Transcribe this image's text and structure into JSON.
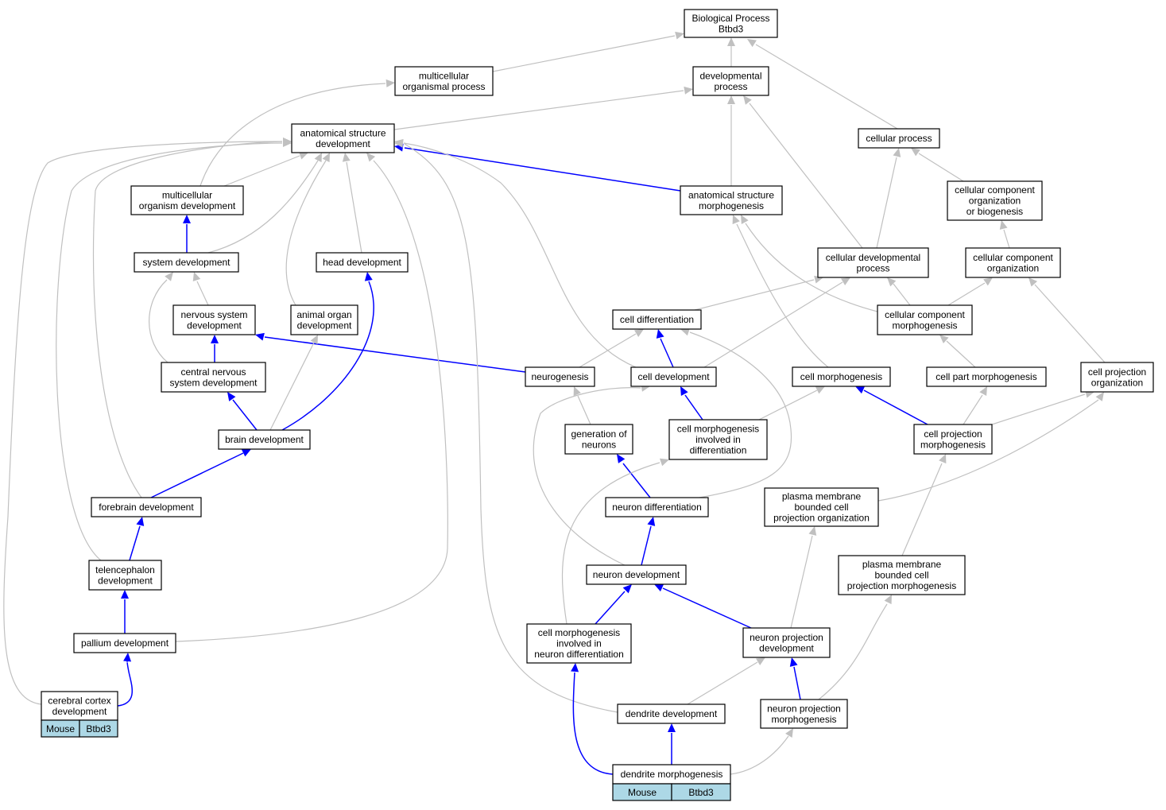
{
  "nodes": {
    "biological_process": [
      "Biological Process",
      "Btbd3"
    ],
    "multicellular_organismal_process": [
      "multicellular",
      "organismal process"
    ],
    "developmental_process": [
      "developmental",
      "process"
    ],
    "anatomical_structure_development": [
      "anatomical structure",
      "development"
    ],
    "cellular_process": [
      "cellular process"
    ],
    "multicellular_organism_development": [
      "multicellular",
      "organism development"
    ],
    "anatomical_structure_morphogenesis": [
      "anatomical structure",
      "morphogenesis"
    ],
    "cellular_component_organization_or_biogenesis": [
      "cellular component",
      "organization",
      "or biogenesis"
    ],
    "system_development": [
      "system development"
    ],
    "head_development": [
      "head development"
    ],
    "cellular_developmental_process": [
      "cellular developmental",
      "process"
    ],
    "cellular_component_organization": [
      "cellular component",
      "organization"
    ],
    "nervous_system_development": [
      "nervous system",
      "development"
    ],
    "animal_organ_development": [
      "animal organ",
      "development"
    ],
    "cell_differentiation": [
      "cell differentiation"
    ],
    "cellular_component_morphogenesis": [
      "cellular component",
      "morphogenesis"
    ],
    "central_nervous_system_development": [
      "central nervous",
      "system development"
    ],
    "neurogenesis": [
      "neurogenesis"
    ],
    "cell_development": [
      "cell development"
    ],
    "cell_morphogenesis": [
      "cell morphogenesis"
    ],
    "cell_part_morphogenesis": [
      "cell part morphogenesis"
    ],
    "cell_projection_organization": [
      "cell projection",
      "organization"
    ],
    "brain_development": [
      "brain development"
    ],
    "generation_of_neurons": [
      "generation of",
      "neurons"
    ],
    "cell_morphogenesis_involved_in_differentiation": [
      "cell morphogenesis",
      "involved in",
      "differentiation"
    ],
    "cell_projection_morphogenesis": [
      "cell projection",
      "morphogenesis"
    ],
    "forebrain_development": [
      "forebrain development"
    ],
    "neuron_differentiation": [
      "neuron differentiation"
    ],
    "plasma_membrane_bounded_cell_projection_organization": [
      "plasma membrane",
      "bounded cell",
      "projection organization"
    ],
    "telencephalon_development": [
      "telencephalon",
      "development"
    ],
    "neuron_development": [
      "neuron development"
    ],
    "plasma_membrane_bounded_cell_projection_morphogenesis": [
      "plasma membrane",
      "bounded cell",
      "projection morphogenesis"
    ],
    "pallium_development": [
      "pallium development"
    ],
    "cell_morphogenesis_involved_in_neuron_differentiation": [
      "cell morphogenesis",
      "involved in",
      "neuron differentiation"
    ],
    "neuron_projection_development": [
      "neuron projection",
      "development"
    ],
    "cerebral_cortex_development": [
      "cerebral cortex",
      "development"
    ],
    "dendrite_development": [
      "dendrite development"
    ],
    "neuron_projection_morphogenesis": [
      "neuron projection",
      "morphogenesis"
    ],
    "dendrite_morphogenesis": [
      "dendrite morphogenesis"
    ]
  },
  "annotations": {
    "cerebral_cortex_development": [
      "Mouse",
      "Btbd3"
    ],
    "dendrite_morphogenesis": [
      "Mouse",
      "Btbd3"
    ]
  },
  "edges": [
    {
      "from": "multicellular_organismal_process",
      "to": "biological_process",
      "relation": "is_a"
    },
    {
      "from": "developmental_process",
      "to": "biological_process",
      "relation": "is_a"
    },
    {
      "from": "cellular_process",
      "to": "biological_process",
      "relation": "is_a"
    },
    {
      "from": "anatomical_structure_development",
      "to": "developmental_process",
      "relation": "is_a"
    },
    {
      "from": "multicellular_organism_development",
      "to": "multicellular_organismal_process",
      "relation": "is_a"
    },
    {
      "from": "multicellular_organism_development",
      "to": "anatomical_structure_development",
      "relation": "is_a"
    },
    {
      "from": "anatomical_structure_morphogenesis",
      "to": "developmental_process",
      "relation": "is_a"
    },
    {
      "from": "anatomical_structure_morphogenesis",
      "to": "anatomical_structure_development",
      "relation": "part_of"
    },
    {
      "from": "cellular_component_organization_or_biogenesis",
      "to": "cellular_process",
      "relation": "is_a"
    },
    {
      "from": "system_development",
      "to": "multicellular_organism_development",
      "relation": "part_of"
    },
    {
      "from": "system_development",
      "to": "anatomical_structure_development",
      "relation": "is_a"
    },
    {
      "from": "head_development",
      "to": "anatomical_structure_development",
      "relation": "is_a"
    },
    {
      "from": "cellular_developmental_process",
      "to": "developmental_process",
      "relation": "is_a"
    },
    {
      "from": "cellular_developmental_process",
      "to": "cellular_process",
      "relation": "is_a"
    },
    {
      "from": "cellular_component_organization",
      "to": "cellular_component_organization_or_biogenesis",
      "relation": "is_a"
    },
    {
      "from": "nervous_system_development",
      "to": "system_development",
      "relation": "is_a"
    },
    {
      "from": "animal_organ_development",
      "to": "anatomical_structure_development",
      "relation": "is_a"
    },
    {
      "from": "cell_differentiation",
      "to": "cellular_developmental_process",
      "relation": "is_a"
    },
    {
      "from": "cellular_component_morphogenesis",
      "to": "cellular_developmental_process",
      "relation": "is_a"
    },
    {
      "from": "cellular_component_morphogenesis",
      "to": "anatomical_structure_morphogenesis",
      "relation": "is_a"
    },
    {
      "from": "cellular_component_morphogenesis",
      "to": "cellular_component_organization",
      "relation": "is_a"
    },
    {
      "from": "central_nervous_system_development",
      "to": "nervous_system_development",
      "relation": "part_of"
    },
    {
      "from": "central_nervous_system_development",
      "to": "system_development",
      "relation": "is_a"
    },
    {
      "from": "neurogenesis",
      "to": "nervous_system_development",
      "relation": "part_of"
    },
    {
      "from": "neurogenesis",
      "to": "cell_differentiation",
      "relation": "is_a"
    },
    {
      "from": "cell_development",
      "to": "cell_differentiation",
      "relation": "part_of"
    },
    {
      "from": "cell_development",
      "to": "cellular_developmental_process",
      "relation": "is_a"
    },
    {
      "from": "cell_development",
      "to": "anatomical_structure_development",
      "relation": "is_a"
    },
    {
      "from": "cell_morphogenesis",
      "to": "anatomical_structure_morphogenesis",
      "relation": "is_a"
    },
    {
      "from": "cell_part_morphogenesis",
      "to": "cellular_component_morphogenesis",
      "relation": "is_a"
    },
    {
      "from": "cell_projection_organization",
      "to": "cellular_component_organization",
      "relation": "is_a"
    },
    {
      "from": "brain_development",
      "to": "central_nervous_system_development",
      "relation": "part_of"
    },
    {
      "from": "brain_development",
      "to": "head_development",
      "relation": "part_of"
    },
    {
      "from": "brain_development",
      "to": "animal_organ_development",
      "relation": "is_a"
    },
    {
      "from": "generation_of_neurons",
      "to": "neurogenesis",
      "relation": "is_a"
    },
    {
      "from": "cell_morphogenesis_involved_in_differentiation",
      "to": "cell_development",
      "relation": "part_of"
    },
    {
      "from": "cell_morphogenesis_involved_in_differentiation",
      "to": "cell_morphogenesis",
      "relation": "is_a"
    },
    {
      "from": "cell_projection_morphogenesis",
      "to": "cell_morphogenesis",
      "relation": "part_of"
    },
    {
      "from": "cell_projection_morphogenesis",
      "to": "cell_part_morphogenesis",
      "relation": "is_a"
    },
    {
      "from": "cell_projection_morphogenesis",
      "to": "cell_projection_organization",
      "relation": "is_a"
    },
    {
      "from": "forebrain_development",
      "to": "brain_development",
      "relation": "part_of"
    },
    {
      "from": "forebrain_development",
      "to": "anatomical_structure_development",
      "relation": "is_a"
    },
    {
      "from": "neuron_differentiation",
      "to": "generation_of_neurons",
      "relation": "part_of"
    },
    {
      "from": "neuron_differentiation",
      "to": "cell_differentiation",
      "relation": "is_a"
    },
    {
      "from": "plasma_membrane_bounded_cell_projection_organization",
      "to": "cell_projection_organization",
      "relation": "is_a"
    },
    {
      "from": "telencephalon_development",
      "to": "forebrain_development",
      "relation": "part_of"
    },
    {
      "from": "telencephalon_development",
      "to": "anatomical_structure_development",
      "relation": "is_a"
    },
    {
      "from": "neuron_development",
      "to": "neuron_differentiation",
      "relation": "part_of"
    },
    {
      "from": "neuron_development",
      "to": "cell_development",
      "relation": "is_a"
    },
    {
      "from": "plasma_membrane_bounded_cell_projection_morphogenesis",
      "to": "cell_projection_morphogenesis",
      "relation": "is_a"
    },
    {
      "from": "pallium_development",
      "to": "telencephalon_development",
      "relation": "part_of"
    },
    {
      "from": "pallium_development",
      "to": "anatomical_structure_development",
      "relation": "is_a"
    },
    {
      "from": "cell_morphogenesis_involved_in_neuron_differentiation",
      "to": "neuron_development",
      "relation": "part_of"
    },
    {
      "from": "cell_morphogenesis_involved_in_neuron_differentiation",
      "to": "cell_morphogenesis_involved_in_differentiation",
      "relation": "is_a"
    },
    {
      "from": "neuron_projection_development",
      "to": "neuron_development",
      "relation": "part_of"
    },
    {
      "from": "neuron_projection_development",
      "to": "plasma_membrane_bounded_cell_projection_organization",
      "relation": "is_a"
    },
    {
      "from": "cerebral_cortex_development",
      "to": "pallium_development",
      "relation": "part_of"
    },
    {
      "from": "cerebral_cortex_development",
      "to": "anatomical_structure_development",
      "relation": "is_a"
    },
    {
      "from": "dendrite_development",
      "to": "neuron_projection_development",
      "relation": "is_a"
    },
    {
      "from": "dendrite_development",
      "to": "anatomical_structure_development",
      "relation": "is_a"
    },
    {
      "from": "neuron_projection_morphogenesis",
      "to": "neuron_projection_development",
      "relation": "part_of"
    },
    {
      "from": "neuron_projection_morphogenesis",
      "to": "plasma_membrane_bounded_cell_projection_morphogenesis",
      "relation": "is_a"
    },
    {
      "from": "dendrite_morphogenesis",
      "to": "dendrite_development",
      "relation": "part_of"
    },
    {
      "from": "dendrite_morphogenesis",
      "to": "cell_morphogenesis_involved_in_neuron_differentiation",
      "relation": "part_of"
    },
    {
      "from": "dendrite_morphogenesis",
      "to": "neuron_projection_morphogenesis",
      "relation": "is_a"
    }
  ],
  "colors": {
    "is_a_edge": "#c0c0c0",
    "part_of_edge": "#0000ff",
    "annotation_fill": "#add8e6"
  }
}
